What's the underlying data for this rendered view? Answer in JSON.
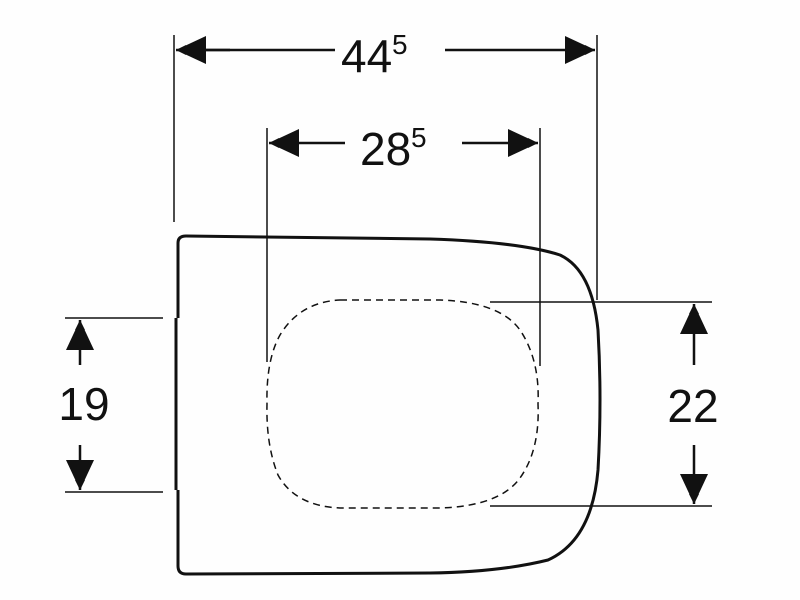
{
  "diagram": {
    "overall_width": {
      "main": "44",
      "sup": "5"
    },
    "inner_width": {
      "main": "28",
      "sup": "5"
    },
    "left_height": "19",
    "right_height": "22",
    "line_color": "#111111"
  }
}
